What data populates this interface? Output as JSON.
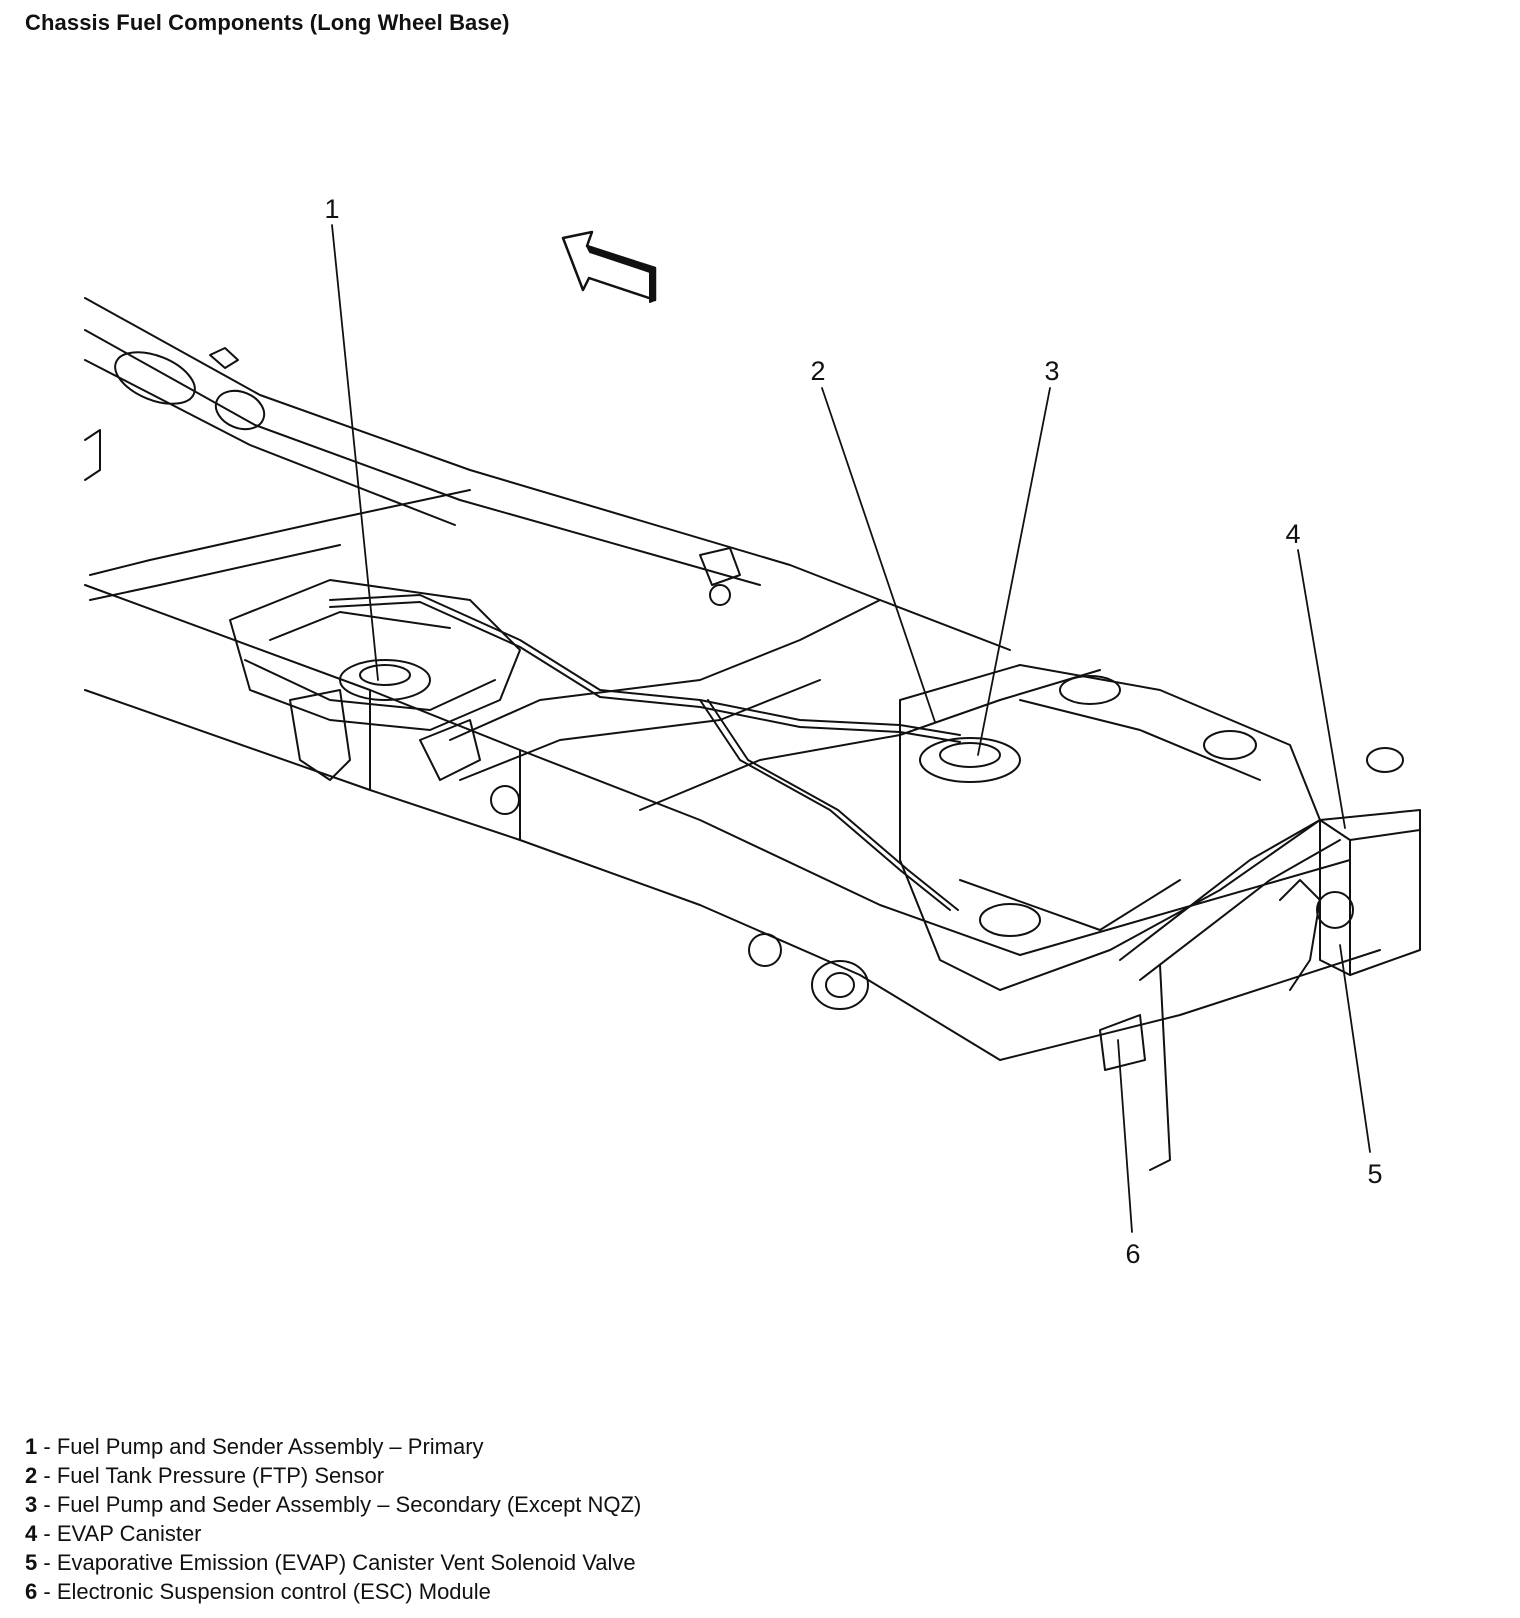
{
  "title": "Chassis Fuel Components (Long Wheel Base)",
  "callouts": [
    {
      "id": "1",
      "label": "1"
    },
    {
      "id": "2",
      "label": "2"
    },
    {
      "id": "3",
      "label": "3"
    },
    {
      "id": "4",
      "label": "4"
    },
    {
      "id": "5",
      "label": "5"
    },
    {
      "id": "6",
      "label": "6"
    }
  ],
  "legend": [
    {
      "num": "1",
      "sep": " - ",
      "text": "Fuel Pump and Sender Assembly – Primary"
    },
    {
      "num": "2",
      "sep": " - ",
      "text": "Fuel Tank Pressure (FTP) Sensor"
    },
    {
      "num": "3",
      "sep": " - ",
      "text": "Fuel Pump and Seder Assembly – Secondary (Except NQZ)"
    },
    {
      "num": "4",
      "sep": " - ",
      "text": "EVAP Canister"
    },
    {
      "num": "5",
      "sep": " - ",
      "text": "Evaporative Emission (EVAP) Canister Vent Solenoid Valve"
    },
    {
      "num": "6",
      "sep": " - ",
      "text": "Electronic Suspension control (ESC) Module"
    }
  ]
}
